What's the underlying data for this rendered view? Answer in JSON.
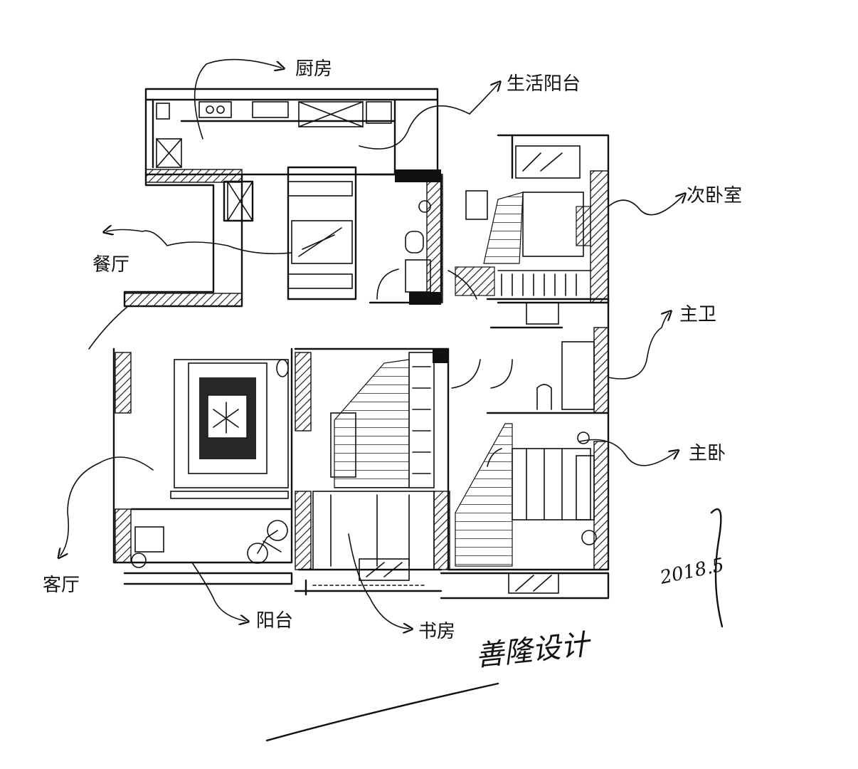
{
  "labels": {
    "kitchen": "厨房",
    "utility_balcony": "生活阳台",
    "second_bedroom": "次卧室",
    "dining": "餐厅",
    "master_bath": "主卫",
    "master_bedroom": "主卧",
    "living": "客厅",
    "balcony": "阳台",
    "study": "书房"
  },
  "signature": {
    "title": "善隆设计",
    "date": "2018.5"
  },
  "colors": {
    "ink": "#111111",
    "paper": "#ffffff"
  }
}
